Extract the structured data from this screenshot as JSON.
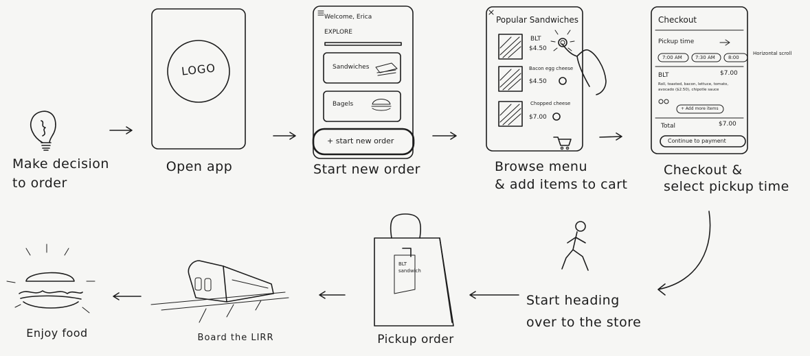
{
  "steps": {
    "decide": "Make decision\nto order",
    "open_app": "Open app",
    "start_order": "Start new order",
    "browse": "Browse menu\n& add items to cart",
    "checkout": "Checkout &\nselect pickup time",
    "head_over": "Start heading\nover to the store",
    "pickup": "Pickup order",
    "board": "Board the LIRR",
    "enjoy": "Enjoy food"
  },
  "screen_open_app": {
    "logo": "LOGO"
  },
  "screen_start_order": {
    "greeting": "Welcome, Erica",
    "explore": "EXPLORE",
    "cat1": "Sandwiches",
    "cat2": "Bagels",
    "button": "+ start new order"
  },
  "screen_browse": {
    "title": "Popular Sandwiches",
    "items": [
      {
        "name": "BLT",
        "price": "$4.50"
      },
      {
        "name": "Bacon egg cheese",
        "price": "$4.50"
      },
      {
        "name": "Chopped cheese",
        "price": "$7.00"
      }
    ]
  },
  "screen_checkout": {
    "title": "Checkout",
    "pickup_label": "Pickup time",
    "times": [
      "7:00 AM",
      "7:30 AM",
      "8:00"
    ],
    "scroll_note": "Horizontal scroll",
    "item_name": "BLT",
    "item_price": "$7.00",
    "item_desc": "Roll, toasted, bacon, lettuce, tomato,\navocado ($2.50), chipotle sauce",
    "add_more": "+ Add more items",
    "total_label": "Total",
    "total_value": "$7.00",
    "continue": "Continue to payment"
  },
  "bag_tag": "BLT\nsandwich"
}
